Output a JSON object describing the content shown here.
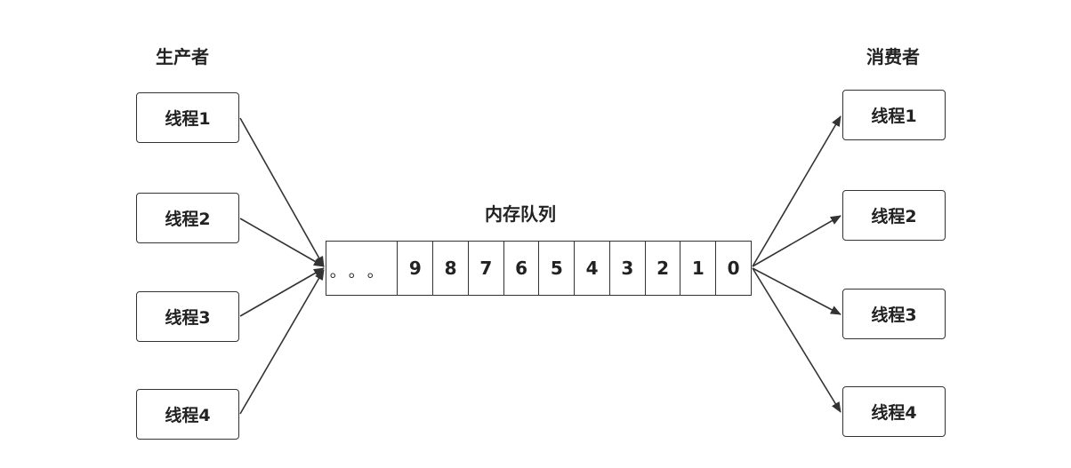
{
  "producer": {
    "title": "生产者",
    "threads": [
      "线程1",
      "线程2",
      "线程3",
      "线程4"
    ]
  },
  "consumer": {
    "title": "消费者",
    "threads": [
      "线程1",
      "线程2",
      "线程3",
      "线程4"
    ]
  },
  "queue": {
    "title": "内存队列",
    "ellipsis": "。。。",
    "cells": [
      "9",
      "8",
      "7",
      "6",
      "5",
      "4",
      "3",
      "2",
      "1",
      "0"
    ]
  }
}
